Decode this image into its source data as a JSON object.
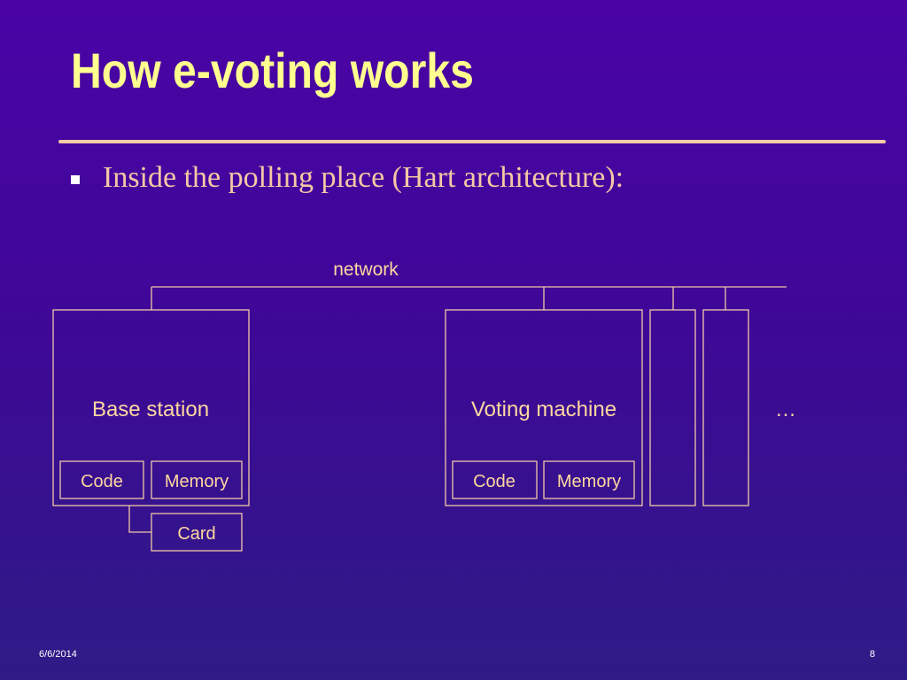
{
  "slide": {
    "title": "How e-voting works",
    "bullet": "Inside the polling place (Hart architecture):"
  },
  "diagram": {
    "network_label": "network",
    "base_station": {
      "label": "Base station",
      "code": "Code",
      "memory": "Memory",
      "card": "Card"
    },
    "voting_machine": {
      "label": "Voting machine",
      "code": "Code",
      "memory": "Memory"
    },
    "ellipsis": "…"
  },
  "footer": {
    "date": "6/6/2014",
    "page": "8"
  },
  "colors": {
    "background": "#4a04a6",
    "title": "#ffff8f",
    "text": "#ffd7a0",
    "lines": "#f0c8a8"
  }
}
